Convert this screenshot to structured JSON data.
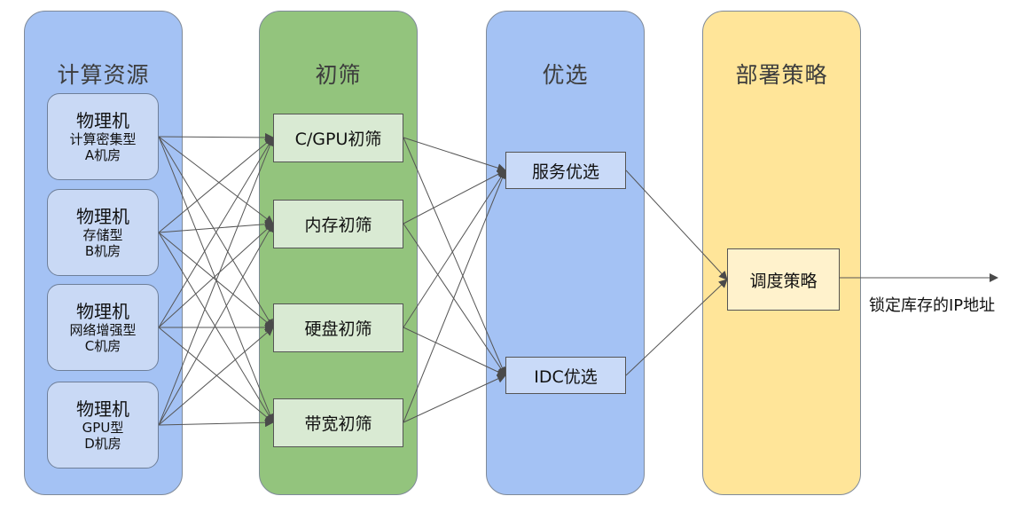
{
  "columns": [
    {
      "id": "resources",
      "title": "计算资源",
      "color": "#a4c2f4"
    },
    {
      "id": "filter",
      "title": "初筛",
      "color": "#93c47d"
    },
    {
      "id": "select",
      "title": "优选",
      "color": "#a4c2f4"
    },
    {
      "id": "deploy",
      "title": "部署策略",
      "color": "#ffe599"
    }
  ],
  "resources": [
    {
      "line1": "物理机",
      "line2": "计算密集型",
      "line3": "A机房"
    },
    {
      "line1": "物理机",
      "line2": "存储型",
      "line3": "B机房"
    },
    {
      "line1": "物理机",
      "line2": "网络增强型",
      "line3": "C机房"
    },
    {
      "line1": "物理机",
      "line2": "GPU型",
      "line3": "D机房"
    }
  ],
  "filters": [
    "C/GPU初筛",
    "内存初筛",
    "硬盘初筛",
    "带宽初筛"
  ],
  "selections": [
    "服务优选",
    "IDC优选"
  ],
  "deploy": "调度策略",
  "output": "锁定库存的IP地址"
}
